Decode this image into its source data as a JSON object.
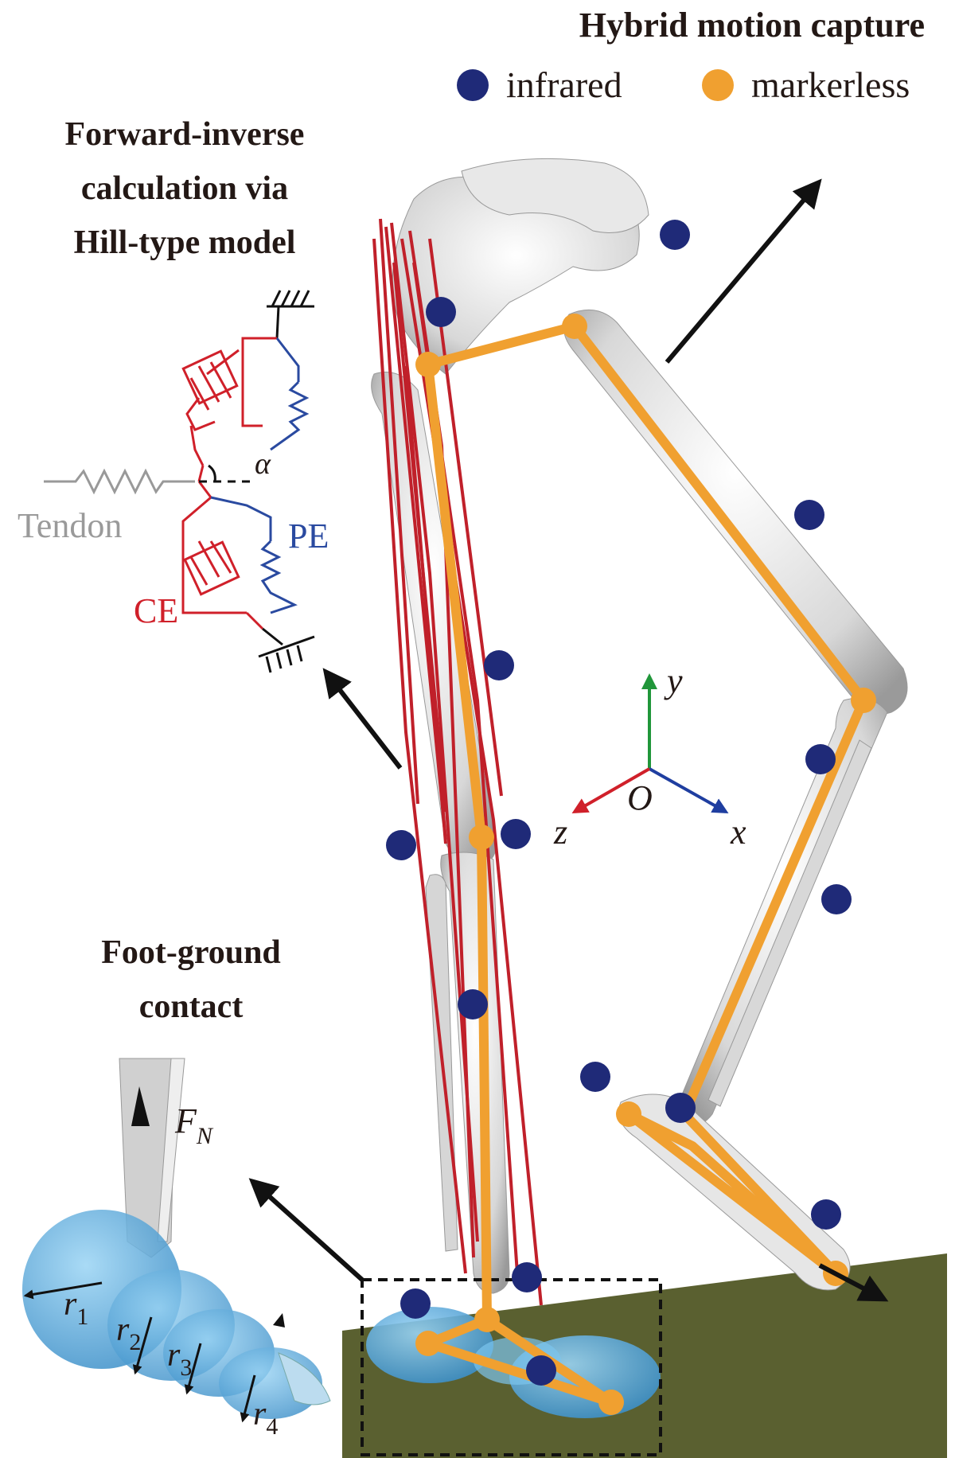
{
  "header": {
    "title": "Hybrid motion capture",
    "legend": [
      {
        "label": "infrared",
        "color": "#1f2a78"
      },
      {
        "label": "markerless",
        "color": "#f0a030"
      }
    ]
  },
  "hill_model": {
    "title_lines": [
      "Forward-inverse",
      "calculation via",
      "Hill-type model"
    ],
    "tendon_label": "Tendon",
    "pe_label": "PE",
    "ce_label": "CE",
    "angle_label": "α",
    "ce_color": "#d0202a",
    "pe_color": "#2a4aa0",
    "tendon_color": "#999999"
  },
  "axes": {
    "origin": "O",
    "x": "x",
    "y": "y",
    "z": "z",
    "colors": {
      "x": "#1f3ea0",
      "y": "#20963a",
      "z": "#d0202a"
    }
  },
  "foot_contact": {
    "title_lines": [
      "Foot-ground",
      "contact"
    ],
    "force_label": "F",
    "force_sub": "N",
    "radii": [
      {
        "sym": "r",
        "sub": "1"
      },
      {
        "sym": "r",
        "sub": "2"
      },
      {
        "sym": "r",
        "sub": "3"
      },
      {
        "sym": "r",
        "sub": "4"
      }
    ]
  },
  "colors": {
    "ground": "#5a6030",
    "bone": "#d9d9d9",
    "muscle": "#c0202a",
    "foot_sphere": "#4aa8e0"
  }
}
